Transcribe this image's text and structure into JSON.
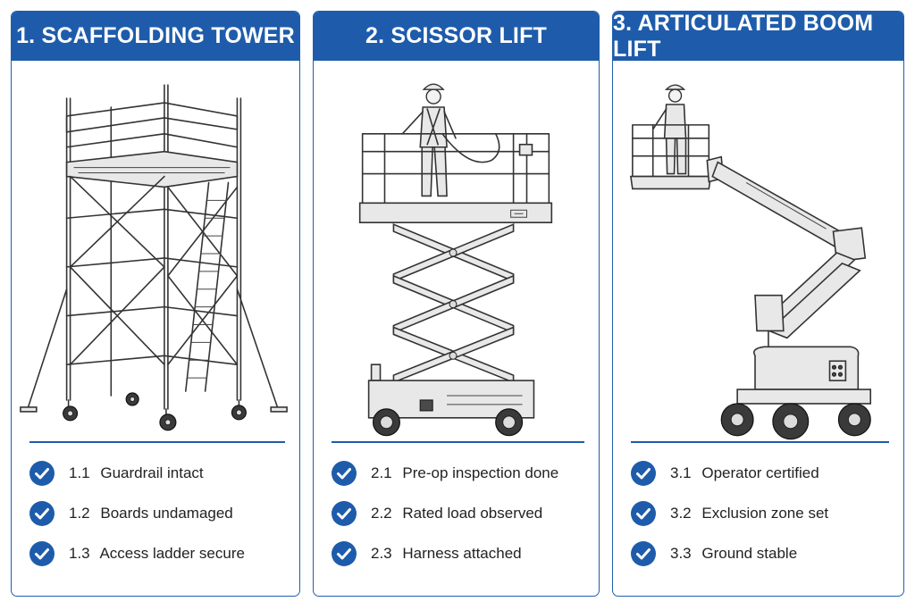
{
  "panels": [
    {
      "title": "1. SCAFFOLDING TOWER",
      "illustration_icon": "scaffolding-tower-icon",
      "items": [
        {
          "num": "1.1",
          "text": "Guardrail intact"
        },
        {
          "num": "1.2",
          "text": "Boards undamaged"
        },
        {
          "num": "1.3",
          "text": "Access ladder secure"
        }
      ]
    },
    {
      "title": "2. SCISSOR LIFT",
      "illustration_icon": "scissor-lift-icon",
      "items": [
        {
          "num": "2.1",
          "text": "Pre-op inspection done"
        },
        {
          "num": "2.2",
          "text": "Rated load observed"
        },
        {
          "num": "2.3",
          "text": "Harness attached"
        }
      ]
    },
    {
      "title": "3. ARTICULATED BOOM LIFT",
      "illustration_icon": "articulated-boom-lift-icon",
      "items": [
        {
          "num": "3.1",
          "text": "Operator certified"
        },
        {
          "num": "3.2",
          "text": "Exclusion zone set"
        },
        {
          "num": "3.3",
          "text": "Ground stable"
        }
      ]
    }
  ],
  "colors": {
    "header": "#1e5cab",
    "border": "#1f5fae",
    "check": "#1e5cab",
    "text": "#222222"
  }
}
